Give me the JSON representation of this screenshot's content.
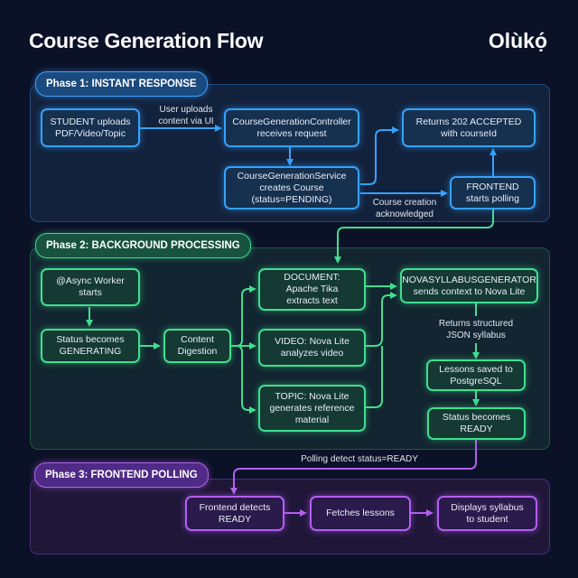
{
  "header": {
    "title": "Course Generation Flow",
    "logo": "Olùkọ́"
  },
  "colors": {
    "background": "#0b1127",
    "phase1": "#35a2ff",
    "phase2": "#3fe08f",
    "phase3": "#b35ff0"
  },
  "phase1": {
    "label": "Phase 1: INSTANT RESPONSE",
    "nodes": {
      "student": "STUDENT uploads\nPDF/Video/Topic",
      "controller": "CourseGenerationController\nreceives request",
      "service": "CourseGenerationService\ncreates Course\n(status=PENDING)",
      "accepted": "Returns 202 ACCEPTED\nwith courseId",
      "frontend": "FRONTEND\nstarts polling"
    },
    "edge_labels": {
      "upload": "User uploads\ncontent via UI",
      "ack": "Course creation\nacknowledged"
    }
  },
  "phase2": {
    "label": "Phase 2: BACKGROUND PROCESSING",
    "nodes": {
      "worker": "@Async Worker\nstarts",
      "generating": "Status becomes\nGENERATING",
      "digestion": "Content\nDigestion",
      "document": "DOCUMENT:\nApache Tika\nextracts text",
      "video": "VIDEO: Nova Lite\nanalyzes video",
      "topic": "TOPIC: Nova Lite\ngenerates reference\nmaterial",
      "generator": "NOVASYLLABUSGENERATOR\nsends context to Nova Lite",
      "lessons": "Lessons saved to\nPostgreSQL",
      "ready": "Status becomes\nREADY"
    },
    "edge_labels": {
      "json": "Returns structured\nJSON syllabus"
    }
  },
  "phase3": {
    "label": "Phase 3: FRONTEND POLLING",
    "nodes": {
      "detects": "Frontend detects\nREADY",
      "fetches": "Fetches lessons",
      "displays": "Displays syllabus\nto student"
    },
    "edge_labels": {
      "polling": "Polling detect status=READY"
    }
  }
}
